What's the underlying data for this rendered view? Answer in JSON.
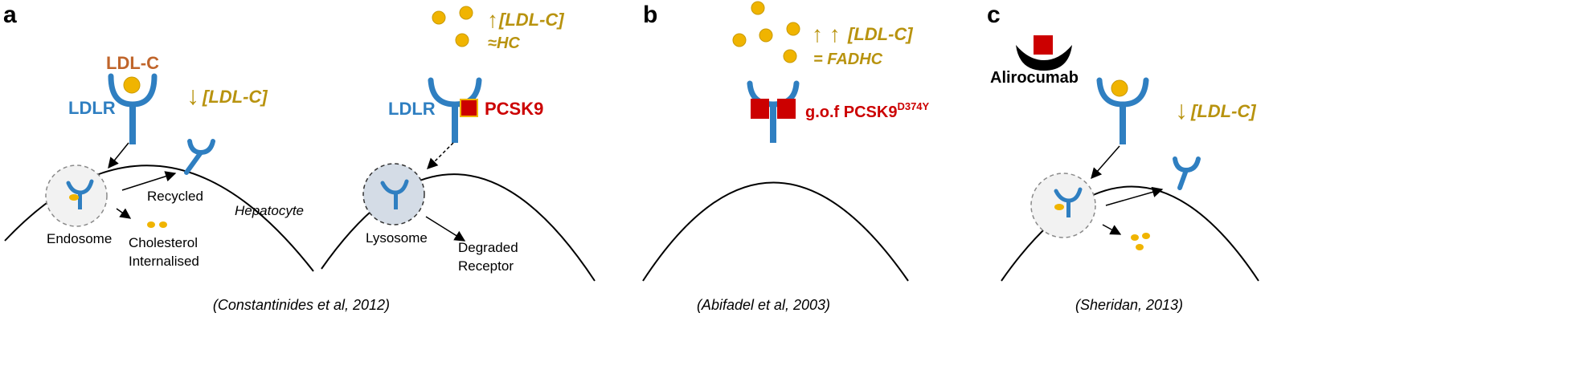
{
  "colors": {
    "receptor": "#2f7fc1",
    "ldl_fill": "#f0b400",
    "ldl_stroke": "#c99a00",
    "gold_text": "#b8930f",
    "ldlc_label": "#c0652b",
    "pcsk9": "#cc0000",
    "black": "#000000",
    "vesicle_stroke": "#8a8a8a",
    "lysosome_fill": "#d4dce6"
  },
  "panel_a": {
    "letter": "a",
    "left": {
      "ldlc_label": "LDL-C",
      "ldlr_label": "LDLR",
      "arrow_symbol": "↓",
      "ldlc_bracket": "[LDL-C]",
      "recycled": "Recycled",
      "hepatocyte": "Hepatocyte",
      "endosome": "Endosome",
      "cholesterol_line1": "Cholesterol",
      "cholesterol_line2": "Internalised"
    },
    "right": {
      "arrow_symbol": "↑",
      "ldlc_bracket": "[LDL-C]",
      "hc": "≈HC",
      "ldlr_label": "LDLR",
      "pcsk9_label": "PCSK9",
      "lysosome": "Lysosome",
      "degraded_line1": "Degraded",
      "degraded_line2": "Receptor"
    },
    "citation": "(Constantinides et al, 2012)"
  },
  "panel_b": {
    "letter": "b",
    "arrow_symbols": "↑ ↑",
    "ldlc_bracket": "[LDL-C]",
    "fadhc": "= FADHC",
    "gof_label": "g.o.f PCSK9",
    "gof_superscript": "D374Y",
    "citation": "(Abifadel et al, 2003)"
  },
  "panel_c": {
    "letter": "c",
    "antibody_label": "Alirocumab",
    "arrow_symbol": "↓",
    "ldlc_bracket": "[LDL-C]",
    "citation": "(Sheridan, 2013)"
  }
}
